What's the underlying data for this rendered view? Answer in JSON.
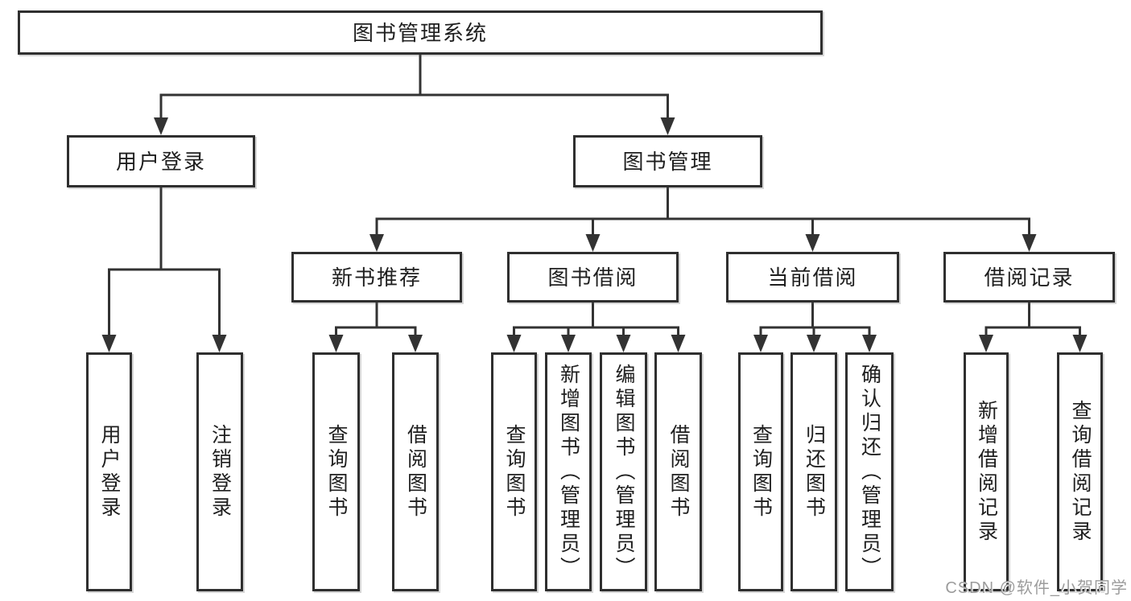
{
  "diagram": {
    "nodes": {
      "root": {
        "label": "图书管理系统"
      },
      "user_login": {
        "label": "用户登录"
      },
      "book_management": {
        "label": "图书管理"
      },
      "new_book_recommend": {
        "label": "新书推荐"
      },
      "book_borrow": {
        "label": "图书借阅"
      },
      "current_borrow": {
        "label": "当前借阅"
      },
      "borrow_records": {
        "label": "借阅记录"
      },
      "leaf_user_login": {
        "label": "用户登录"
      },
      "leaf_logout_login": {
        "label": "注销登录"
      },
      "rec_query_books": {
        "label": "查询图书"
      },
      "rec_borrow_books": {
        "label": "借阅图书"
      },
      "bb_query_books": {
        "label": "查询图书"
      },
      "bb_add_books": {
        "label": "新增图书（管理员）"
      },
      "bb_edit_books": {
        "label": "编辑图书（管理员）"
      },
      "bb_borrow_books": {
        "label": "借阅图书"
      },
      "cb_query_books": {
        "label": "查询图书"
      },
      "cb_return_books": {
        "label": "归还图书"
      },
      "cb_confirm_return": {
        "label": "确认归还（管理员）"
      },
      "br_add_record": {
        "label": "新增借阅记录"
      },
      "br_query_record": {
        "label": "查询借阅记录"
      }
    },
    "colors": {
      "line": "#333333",
      "box_border": "#2f2f2f",
      "text": "#1f1f1f",
      "watermark_text": "#9c9c9c",
      "background": "#ffffff"
    }
  },
  "watermark": {
    "text": "CSDN @软件_小贺同学"
  }
}
